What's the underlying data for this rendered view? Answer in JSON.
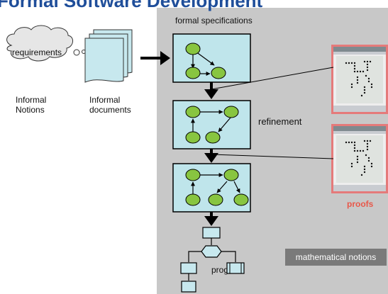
{
  "title": "Formal Software Development",
  "labels": {
    "requirements": "requirements",
    "informal_notions": "Informal\nNotions",
    "informal_documents": "Informal\ndocuments",
    "formal_specifications": "formal specifications",
    "refinement": "refinement",
    "proofs": "proofs",
    "mathematical_notions": "mathematical notions",
    "program": "program"
  },
  "colors": {
    "node_green": "#88c540",
    "box_fill": "#bfe5eb",
    "panel_gray": "#c8c8c8",
    "title_blue": "#1f4e9a",
    "proofs_red": "#e8584a"
  }
}
